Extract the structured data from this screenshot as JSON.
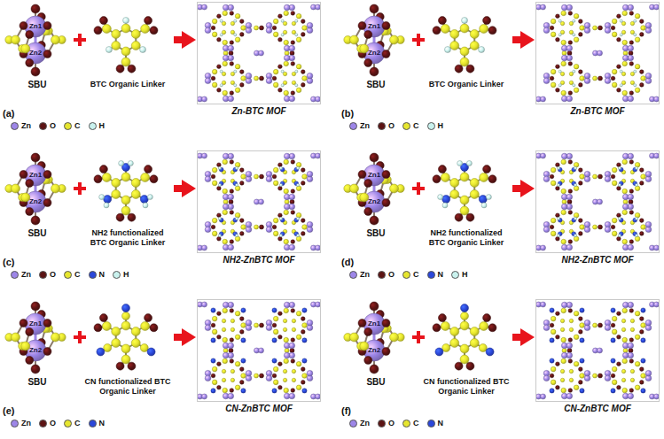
{
  "diagram": {
    "nodes": [
      {
        "text": [
          "Zn1",
          "Zn2",
          "SBU"
        ]
      },
      {
        "text": [
          "BTC Organic Linker"
        ]
      },
      {
        "text": [
          "Zn-BTC MOF"
        ]
      },
      {
        "text": [
          "Zn1",
          "Zn2",
          "SBU"
        ]
      },
      {
        "text": [
          "BTC Organic Linker"
        ]
      },
      {
        "text": [
          "Zn-BTC MOF"
        ]
      },
      {
        "text": [
          "Zn1",
          "Zn2",
          "SBU"
        ]
      },
      {
        "text": [
          "NH2 functionalized BTC Organic Linker"
        ]
      },
      {
        "text": [
          "NH2-ZnBTC MOF"
        ]
      },
      {
        "text": [
          "Zn1",
          "Zn2",
          "SBU"
        ]
      },
      {
        "text": [
          "NH2 functionalized BTC Organic Linker"
        ]
      },
      {
        "text": [
          "NH2-ZnBTC MOF"
        ]
      },
      {
        "text": [
          "Zn1",
          "Zn2",
          "SBU"
        ]
      },
      {
        "text": [
          "CN functionalized BTC Organic Linker"
        ]
      },
      {
        "text": [
          "CN-ZnBTC MOF"
        ]
      },
      {
        "text": [
          "Zn1",
          "Zn2",
          "SBU"
        ]
      },
      {
        "text": [
          "CN functionalized BTC Organic Linker"
        ]
      },
      {
        "text": [
          "CN-ZnBTC MOF"
        ]
      }
    ],
    "edges": [
      {
        "from": 1,
        "to": 2,
        "arrow": "to"
      },
      {
        "from": 4,
        "to": 5,
        "arrow": "to"
      },
      {
        "from": 7,
        "to": 8,
        "arrow": "to"
      },
      {
        "from": 10,
        "to": 11,
        "arrow": "to"
      },
      {
        "from": 13,
        "to": 14,
        "arrow": "to"
      },
      {
        "from": 16,
        "to": 17,
        "arrow": "to"
      }
    ],
    "labels": [
      "(a)",
      "(b)",
      "(c)",
      "(d)",
      "(e)",
      "(f)"
    ],
    "legend": [
      {
        "text": "Zn",
        "color": "#9d86e8"
      },
      {
        "text": "O",
        "color": "#5c1414"
      },
      {
        "text": "C",
        "color": "#e6e62e"
      },
      {
        "text": "H",
        "color": "#c9f2ee"
      },
      {
        "text": "Zn",
        "color": "#9d86e8"
      },
      {
        "text": "O",
        "color": "#5c1414"
      },
      {
        "text": "C",
        "color": "#e6e62e"
      },
      {
        "text": "H",
        "color": "#c9f2ee"
      },
      {
        "text": "Zn",
        "color": "#9d86e8"
      },
      {
        "text": "O",
        "color": "#5c1414"
      },
      {
        "text": "C",
        "color": "#e6e62e"
      },
      {
        "text": "N",
        "color": "#2b47d9"
      },
      {
        "text": "H",
        "color": "#c9f2ee"
      },
      {
        "text": "Zn",
        "color": "#9d86e8"
      },
      {
        "text": "O",
        "color": "#5c1414"
      },
      {
        "text": "C",
        "color": "#e6e62e"
      },
      {
        "text": "N",
        "color": "#2b47d9"
      },
      {
        "text": "H",
        "color": "#c9f2ee"
      },
      {
        "text": "Zn",
        "color": "#9d86e8"
      },
      {
        "text": "O",
        "color": "#5c1414"
      },
      {
        "text": "C",
        "color": "#e6e62e"
      },
      {
        "text": "N",
        "color": "#2b47d9"
      },
      {
        "text": "Zn",
        "color": "#9d86e8"
      },
      {
        "text": "O",
        "color": "#5c1414"
      },
      {
        "text": "C",
        "color": "#e6e62e"
      },
      {
        "text": "N",
        "color": "#2b47d9"
      }
    ]
  }
}
